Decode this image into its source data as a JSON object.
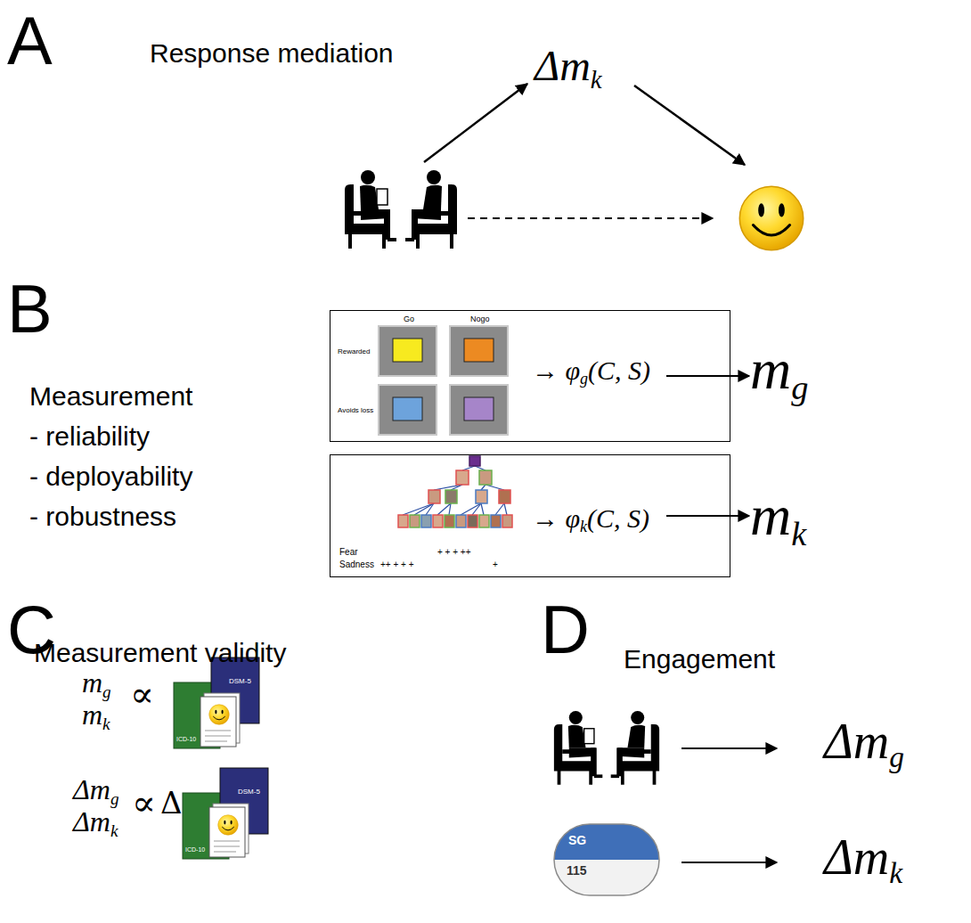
{
  "diagram": {
    "nodes": [
      {
        "text": [
          "Δm",
          "k"
        ]
      },
      {
        "text": [
          "Go",
          "Nogo",
          "Rewarded",
          "Avoids loss",
          "→ φ",
          "g",
          "(C, S)"
        ]
      },
      {
        "text": [
          "m",
          "g"
        ]
      },
      {
        "text": [
          "Fear",
          "+ + + ++",
          "Sadness",
          "++ + + +",
          "+",
          "→ φ",
          "k",
          "(C, S)"
        ]
      },
      {
        "text": [
          "m",
          "k"
        ]
      },
      {
        "text": [
          "Δm",
          "g"
        ]
      },
      {
        "text": [
          "Δm",
          "k"
        ]
      }
    ],
    "edges": [
      {
        "from": 1,
        "to": 2,
        "arrow": "to"
      },
      {
        "from": 3,
        "to": 4,
        "arrow": "to"
      }
    ],
    "labels": [
      "A",
      "Response mediation",
      "B",
      "Measurement",
      "- reliability",
      "- deployability",
      "- robustness",
      "C",
      "Measurement validity",
      "m",
      "g",
      "m",
      "k",
      "∝",
      "DSM-5",
      "ICD-10",
      "Δm",
      "g",
      "Δm",
      "k",
      "∝",
      "Δ",
      "DSM-5",
      "ICD-10",
      "D",
      "Engagement",
      "SG",
      "115"
    ]
  }
}
